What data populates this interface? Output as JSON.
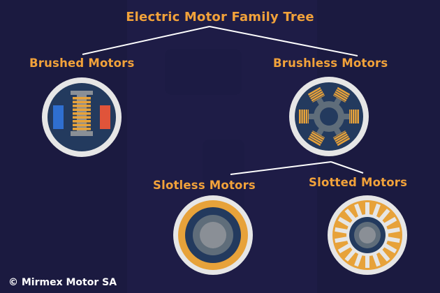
{
  "title": "Electric Motor Family Tree",
  "nodes": {
    "brushed": "Brushed Motors",
    "brushless": "Brushless Motors",
    "slotless": "Slotless Motors",
    "slotted": "Slotted Motors"
  },
  "copyright": "© Mirmex Motor SA",
  "colors": {
    "background": "#1b1a40",
    "label": "#f2a23a",
    "ring": "#e6e6e6",
    "disc": "#233a5e",
    "winding": "#e7a23a",
    "magnet_blue": "#2f6fd0",
    "magnet_red": "#e0543a",
    "core": "#8a8f96"
  },
  "icons": {
    "brushed": "brushed-motor-icon",
    "brushless": "brushless-motor-icon",
    "slotless": "slotless-motor-icon",
    "slotted": "slotted-motor-icon"
  }
}
